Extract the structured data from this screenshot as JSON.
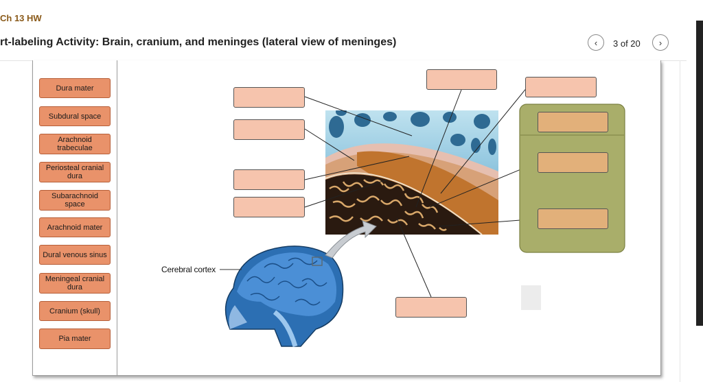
{
  "header": {
    "course": "Ch 13 HW",
    "title": "rt-labeling Activity: Brain, cranium, and meninges (lateral view of meninges)",
    "counter": "3 of 20",
    "prev_icon": "‹",
    "next_icon": "›"
  },
  "labels": [
    "Dura mater",
    "Subdural space",
    "Arachnoid trabeculae",
    "Periosteal cranial dura",
    "Subarachnoid space",
    "Arachnoid mater",
    "Dural venous sinus",
    "Meningeal cranial dura",
    "Cranium (skull)",
    "Pia mater"
  ],
  "figure": {
    "cortex_label": "Cerebral cortex"
  }
}
